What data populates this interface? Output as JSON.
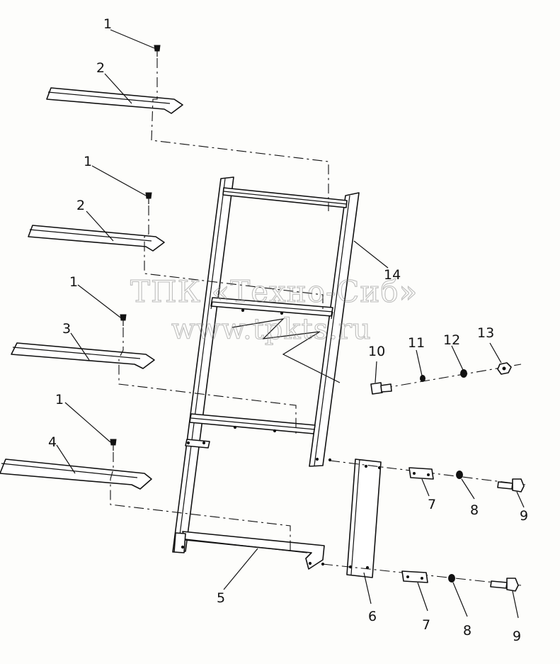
{
  "watermark": {
    "line1": "ТПК «Техно-Сиб»",
    "line2": "www.tpkts.ru"
  },
  "callouts": {
    "c1a": "1",
    "c2a": "2",
    "c1b": "1",
    "c2b": "2",
    "c1c": "1",
    "c3": "3",
    "c1d": "1",
    "c4": "4",
    "c5": "5",
    "c6": "6",
    "c7a": "7",
    "c8a": "8",
    "c9a": "9",
    "c7b": "7",
    "c8b": "8",
    "c9b": "9",
    "c10": "10",
    "c11": "11",
    "c12": "12",
    "c13": "13",
    "c14": "14"
  }
}
